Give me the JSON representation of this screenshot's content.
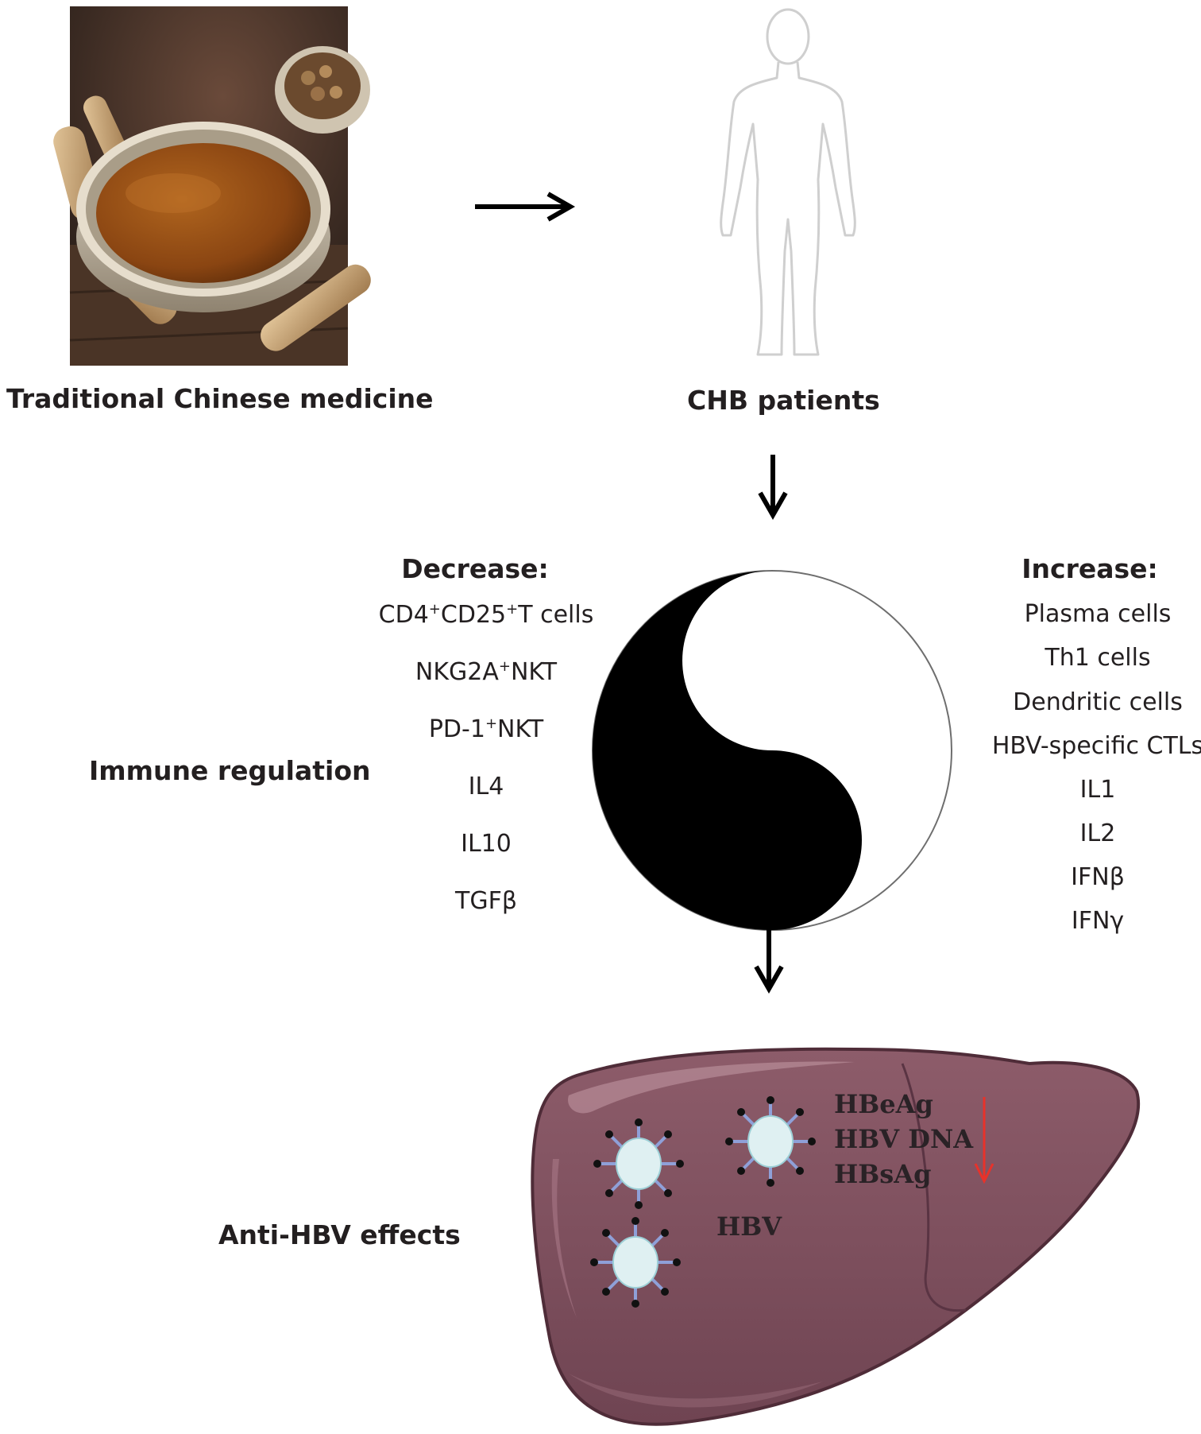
{
  "top": {
    "tcm_label": "Traditional Chinese medicine",
    "patients_label": "CHB patients",
    "tcm_image_icon": "herbal-tea-bowl-photo",
    "patient_icon": "human-silhouette"
  },
  "immune": {
    "section_label": "Immune regulation",
    "decrease_title": "Decrease:",
    "decrease_items": [
      {
        "base": "CD4",
        "sup1": "+",
        "mid": "CD25",
        "sup2": "+",
        "tail": "T cells"
      },
      {
        "base": "NKG2A",
        "sup1": "+",
        "tail": "NKT"
      },
      {
        "base": "PD-1",
        "sup1": "+",
        "tail": "NKT"
      },
      {
        "text": "IL4"
      },
      {
        "text": "IL10"
      },
      {
        "text": "TGFβ"
      }
    ],
    "increase_title": "Increase:",
    "increase_items": [
      "Plasma cells",
      "Th1 cells",
      "Dendritic cells",
      "HBV-specific CTLs",
      "IL1",
      "IL2",
      "IFNβ",
      "IFNγ"
    ],
    "center_icon": "yin-yang-icon"
  },
  "anti_hbv": {
    "section_label": "Anti-HBV effects",
    "virus_label": "HBV",
    "markers": [
      "HBeAg",
      "HBV DNA",
      "HBsAg"
    ],
    "liver_icon": "liver-icon",
    "arrow_color": "#e8322a",
    "liver_color": "#7c4e5c"
  }
}
